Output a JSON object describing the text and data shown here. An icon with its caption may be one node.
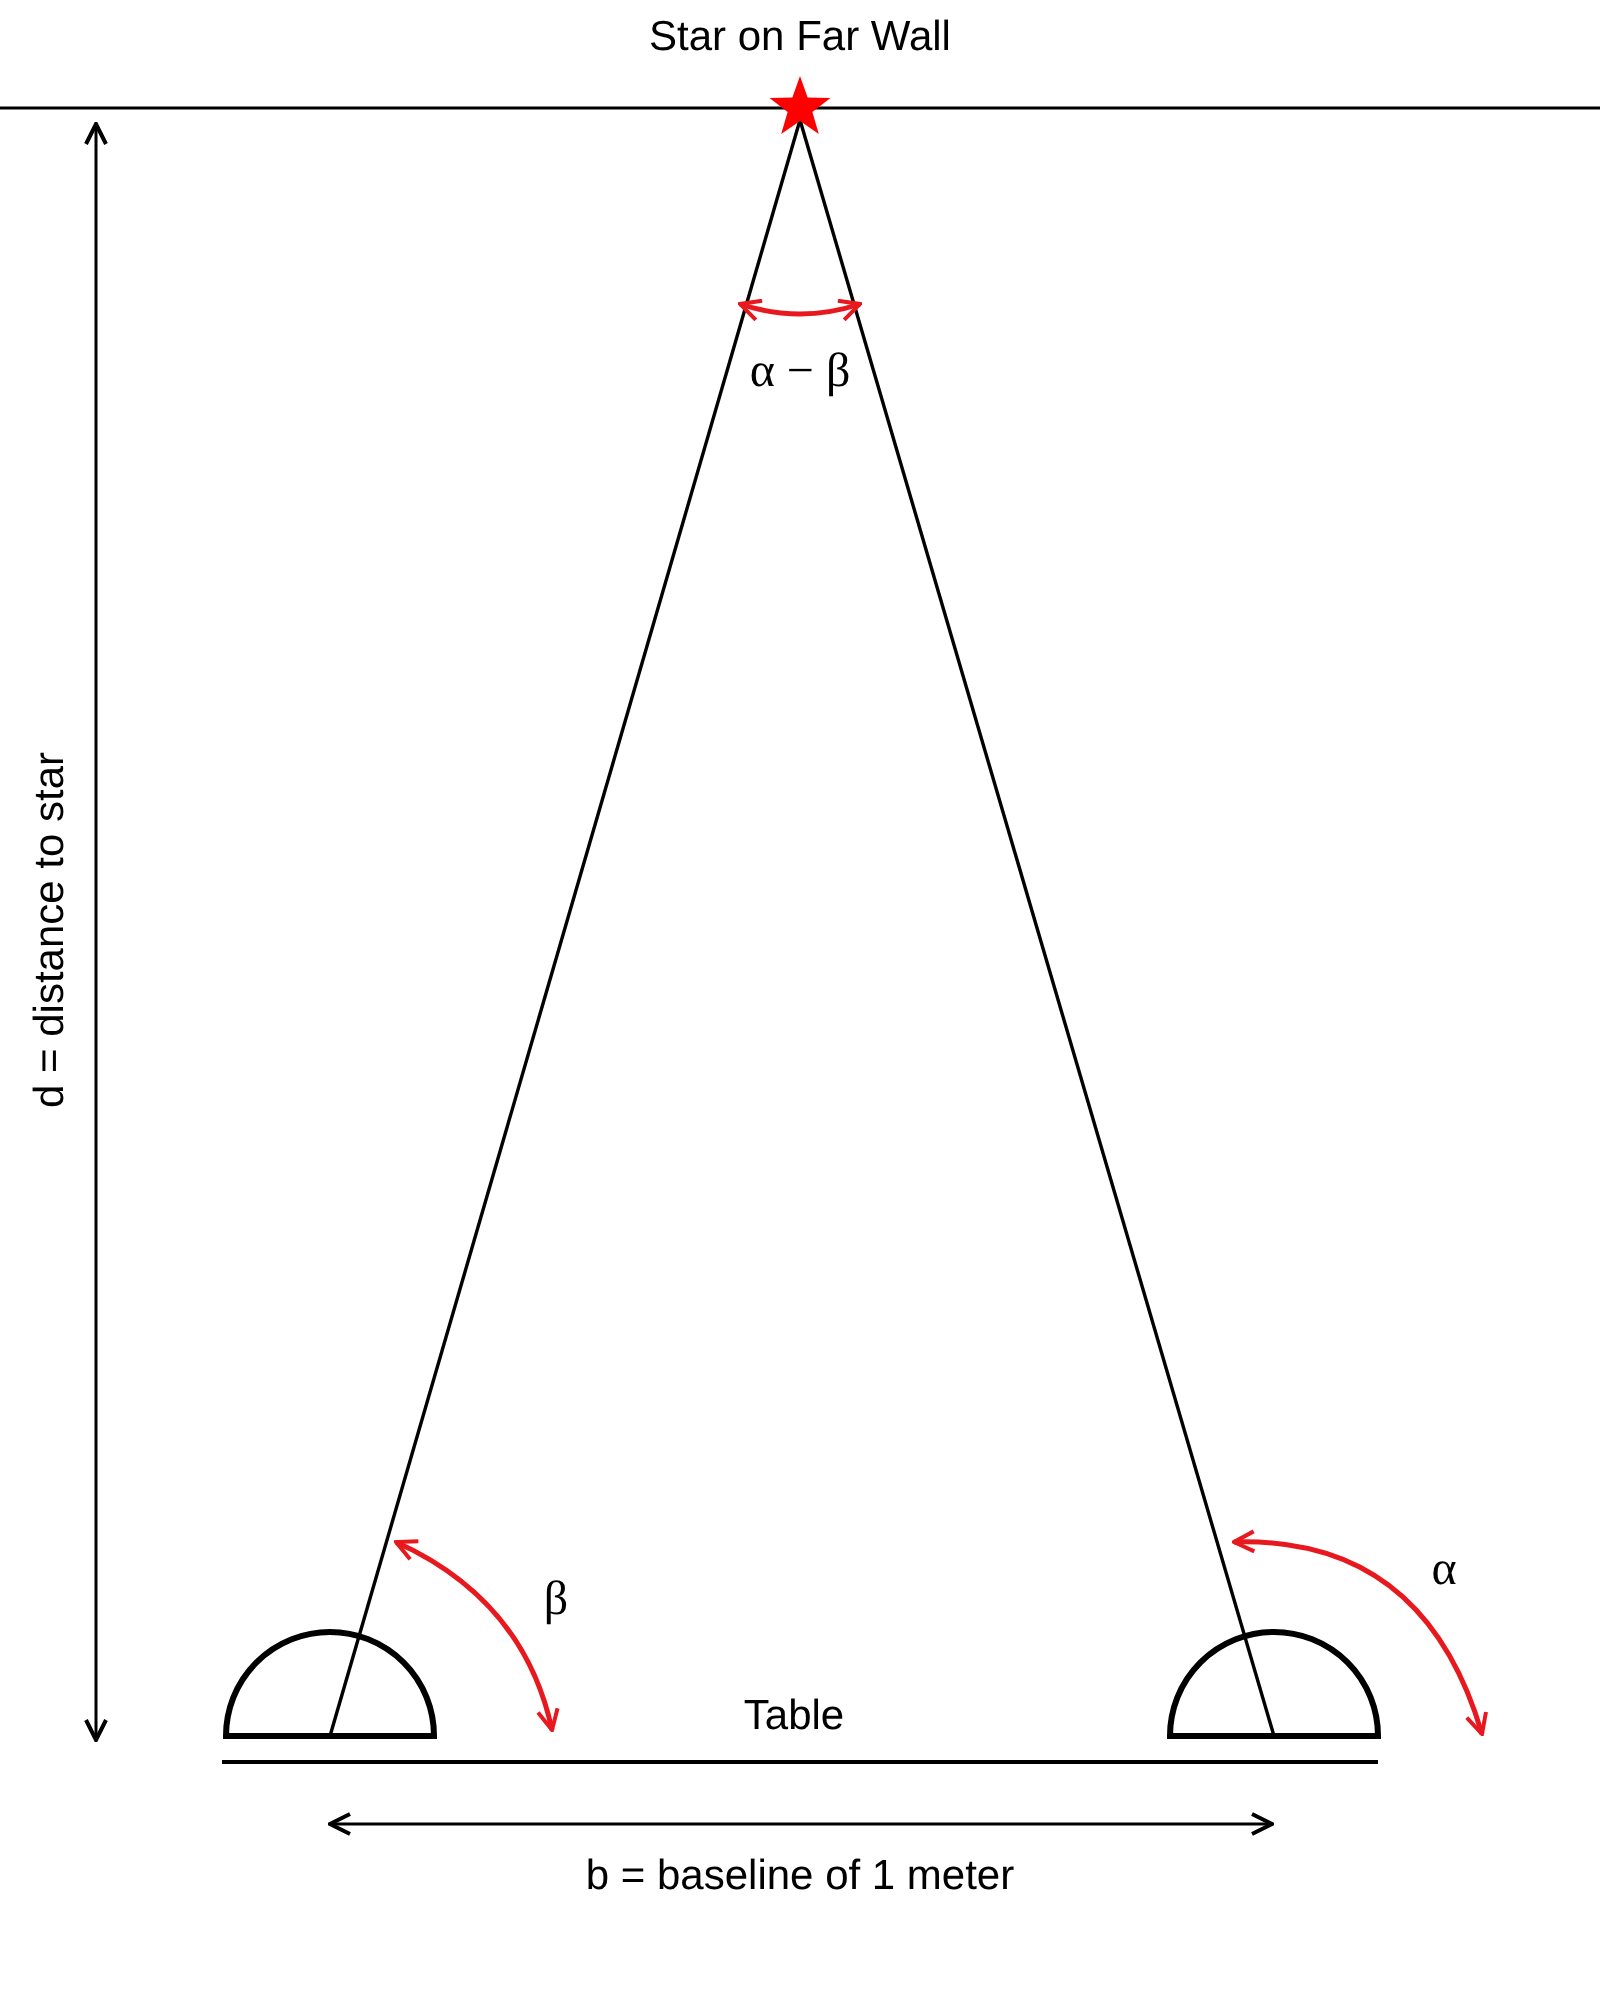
{
  "diagram": {
    "nodes": [
      {
        "text": [],
        "shape": "star",
        "beside": [
          "Star on Far Wall"
        ]
      },
      {
        "text": [],
        "shape": "semicircle"
      },
      {
        "text": [],
        "shape": "semicircle"
      }
    ],
    "edges": [
      {
        "from": 1,
        "to": 0,
        "arrow": "none"
      },
      {
        "from": 2,
        "to": 0,
        "arrow": "none"
      }
    ],
    "labels": [
      "α − β",
      "β",
      "α",
      "Table",
      "d = distance to star",
      "b = baseline of 1 meter"
    ]
  }
}
